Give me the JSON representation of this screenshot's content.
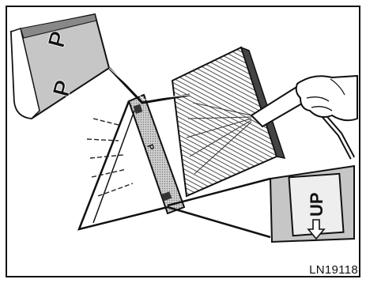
{
  "figure": {
    "id_label": "LN19118",
    "callout_top_letters": [
      "P",
      "P"
    ],
    "callout_bottom_label": "UP",
    "filter_marking_letter": "P"
  },
  "icons": {
    "arrow": "arrow-icon",
    "air_gun": "air-gun-icon",
    "hand": "hand-icon"
  },
  "colors": {
    "ink": "#111111",
    "paper": "#ffffff",
    "callout_fill": "#bdbdbd"
  }
}
